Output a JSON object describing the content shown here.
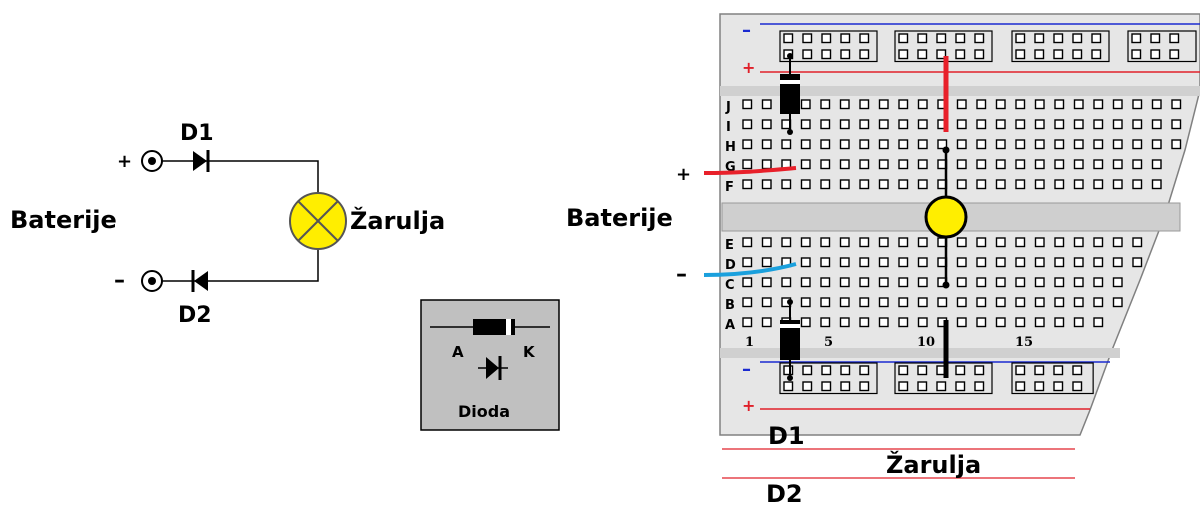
{
  "schematic": {
    "plus": "+",
    "minus": "–",
    "d1": "D1",
    "d2": "D2",
    "battery": "Baterije",
    "bulb": "Žarulja"
  },
  "legend": {
    "anode": "A",
    "cathode": "K",
    "title": "Dioda"
  },
  "breadboard": {
    "rail_minus": "–",
    "rail_plus": "+",
    "upper_rows": [
      "J",
      "I",
      "H",
      "G",
      "F"
    ],
    "lower_rows": [
      "E",
      "D",
      "C",
      "B",
      "A"
    ],
    "columns": [
      "1",
      "5",
      "10",
      "15"
    ],
    "battery": "Baterije",
    "plus": "+",
    "minus": "–"
  },
  "callouts": {
    "d1": "D1",
    "bulb": "Žarulja",
    "d2": "D2"
  },
  "colors": {
    "bulb": "#ffee00",
    "wire_red": "#e8202a",
    "wire_blue": "#1aa0dd",
    "rail_blue": "#1a2ad0",
    "rail_red": "#e0202a",
    "board": "#e6e6e6",
    "legend_bg": "#c0c0c0"
  }
}
